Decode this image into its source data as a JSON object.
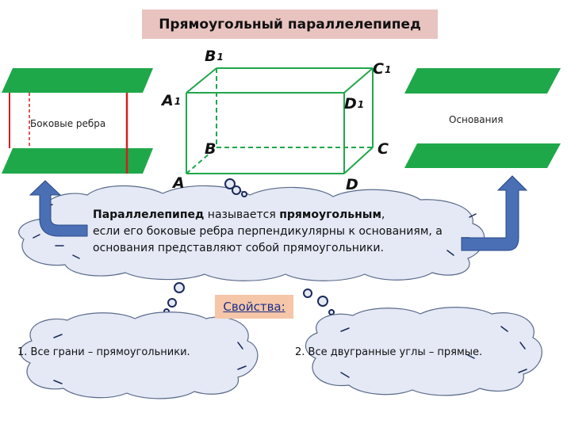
{
  "title": "Прямоугольный параллелепипед",
  "side_label": "Боковые ребра",
  "bases_label": "Основания",
  "vertices": {
    "B1": {
      "letter": "B",
      "index": "1"
    },
    "C1": {
      "letter": "C",
      "index": "1"
    },
    "A1": {
      "letter": "A",
      "index": "1"
    },
    "D1": {
      "letter": "D",
      "index": "1"
    },
    "B": {
      "letter": "B"
    },
    "C": {
      "letter": "C"
    },
    "A": {
      "letter": "A"
    },
    "D": {
      "letter": "D"
    }
  },
  "definition": {
    "term": "Параллелепипед",
    "mid": " называется ",
    "term2": "прямоугольным",
    "rest1": ",",
    "line2": "если его боковые ребра перпендикулярны к основаниям, а",
    "line3": "основания представляют собой прямоугольники."
  },
  "properties_title": "Свойства:",
  "properties": [
    "1. Все грани – прямоугольники.",
    "2. Все двугранные углы – прямые."
  ],
  "colors": {
    "base_fill": "#1fa84a",
    "side_edge": "#d0201f",
    "box_edge": "#1fa84a",
    "arrow": "#4a6fb5",
    "cloud": "#e4e9f5"
  }
}
